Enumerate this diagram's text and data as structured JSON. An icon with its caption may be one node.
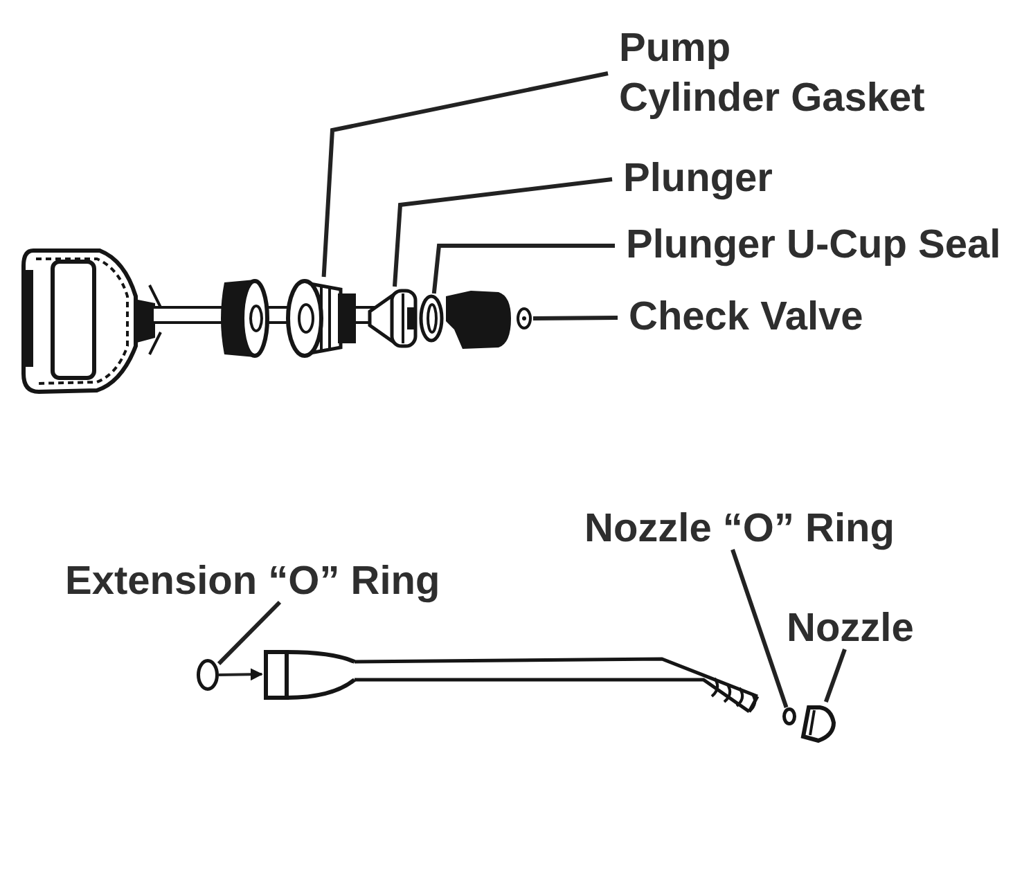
{
  "diagram": {
    "nodes": [
      {
        "text": [
          "Pump Cylinder Gasket"
        ]
      },
      {
        "text": [],
        "shape": "picture"
      },
      {
        "text": [
          "Plunger"
        ]
      },
      {
        "text": [],
        "shape": "picture"
      },
      {
        "text": [
          "Plunger U-Cup Seal"
        ]
      },
      {
        "text": [],
        "shape": "picture"
      },
      {
        "text": [
          "Check Valve"
        ]
      },
      {
        "text": [],
        "shape": "picture"
      },
      {
        "text": [
          "Extension “O” Ring"
        ]
      },
      {
        "text": [],
        "shape": "circle"
      },
      {
        "text": [],
        "shape": "picture"
      },
      {
        "text": [
          "Nozzle “O” Ring"
        ]
      },
      {
        "text": [],
        "shape": "circle"
      },
      {
        "text": [
          "Nozzle"
        ]
      },
      {
        "text": [],
        "shape": "picture"
      }
    ],
    "edges": [
      {
        "from": 0,
        "to": 1,
        "arrow": "none"
      },
      {
        "from": 2,
        "to": 3,
        "arrow": "none"
      },
      {
        "from": 4,
        "to": 5,
        "arrow": "none"
      },
      {
        "from": 6,
        "to": 7,
        "arrow": "none"
      },
      {
        "from": 8,
        "to": 9,
        "arrow": "none"
      },
      {
        "from": 9,
        "to": 10,
        "arrow": "to"
      },
      {
        "from": 11,
        "to": 12,
        "arrow": "none"
      },
      {
        "from": 13,
        "to": 14,
        "arrow": "none"
      }
    ]
  }
}
